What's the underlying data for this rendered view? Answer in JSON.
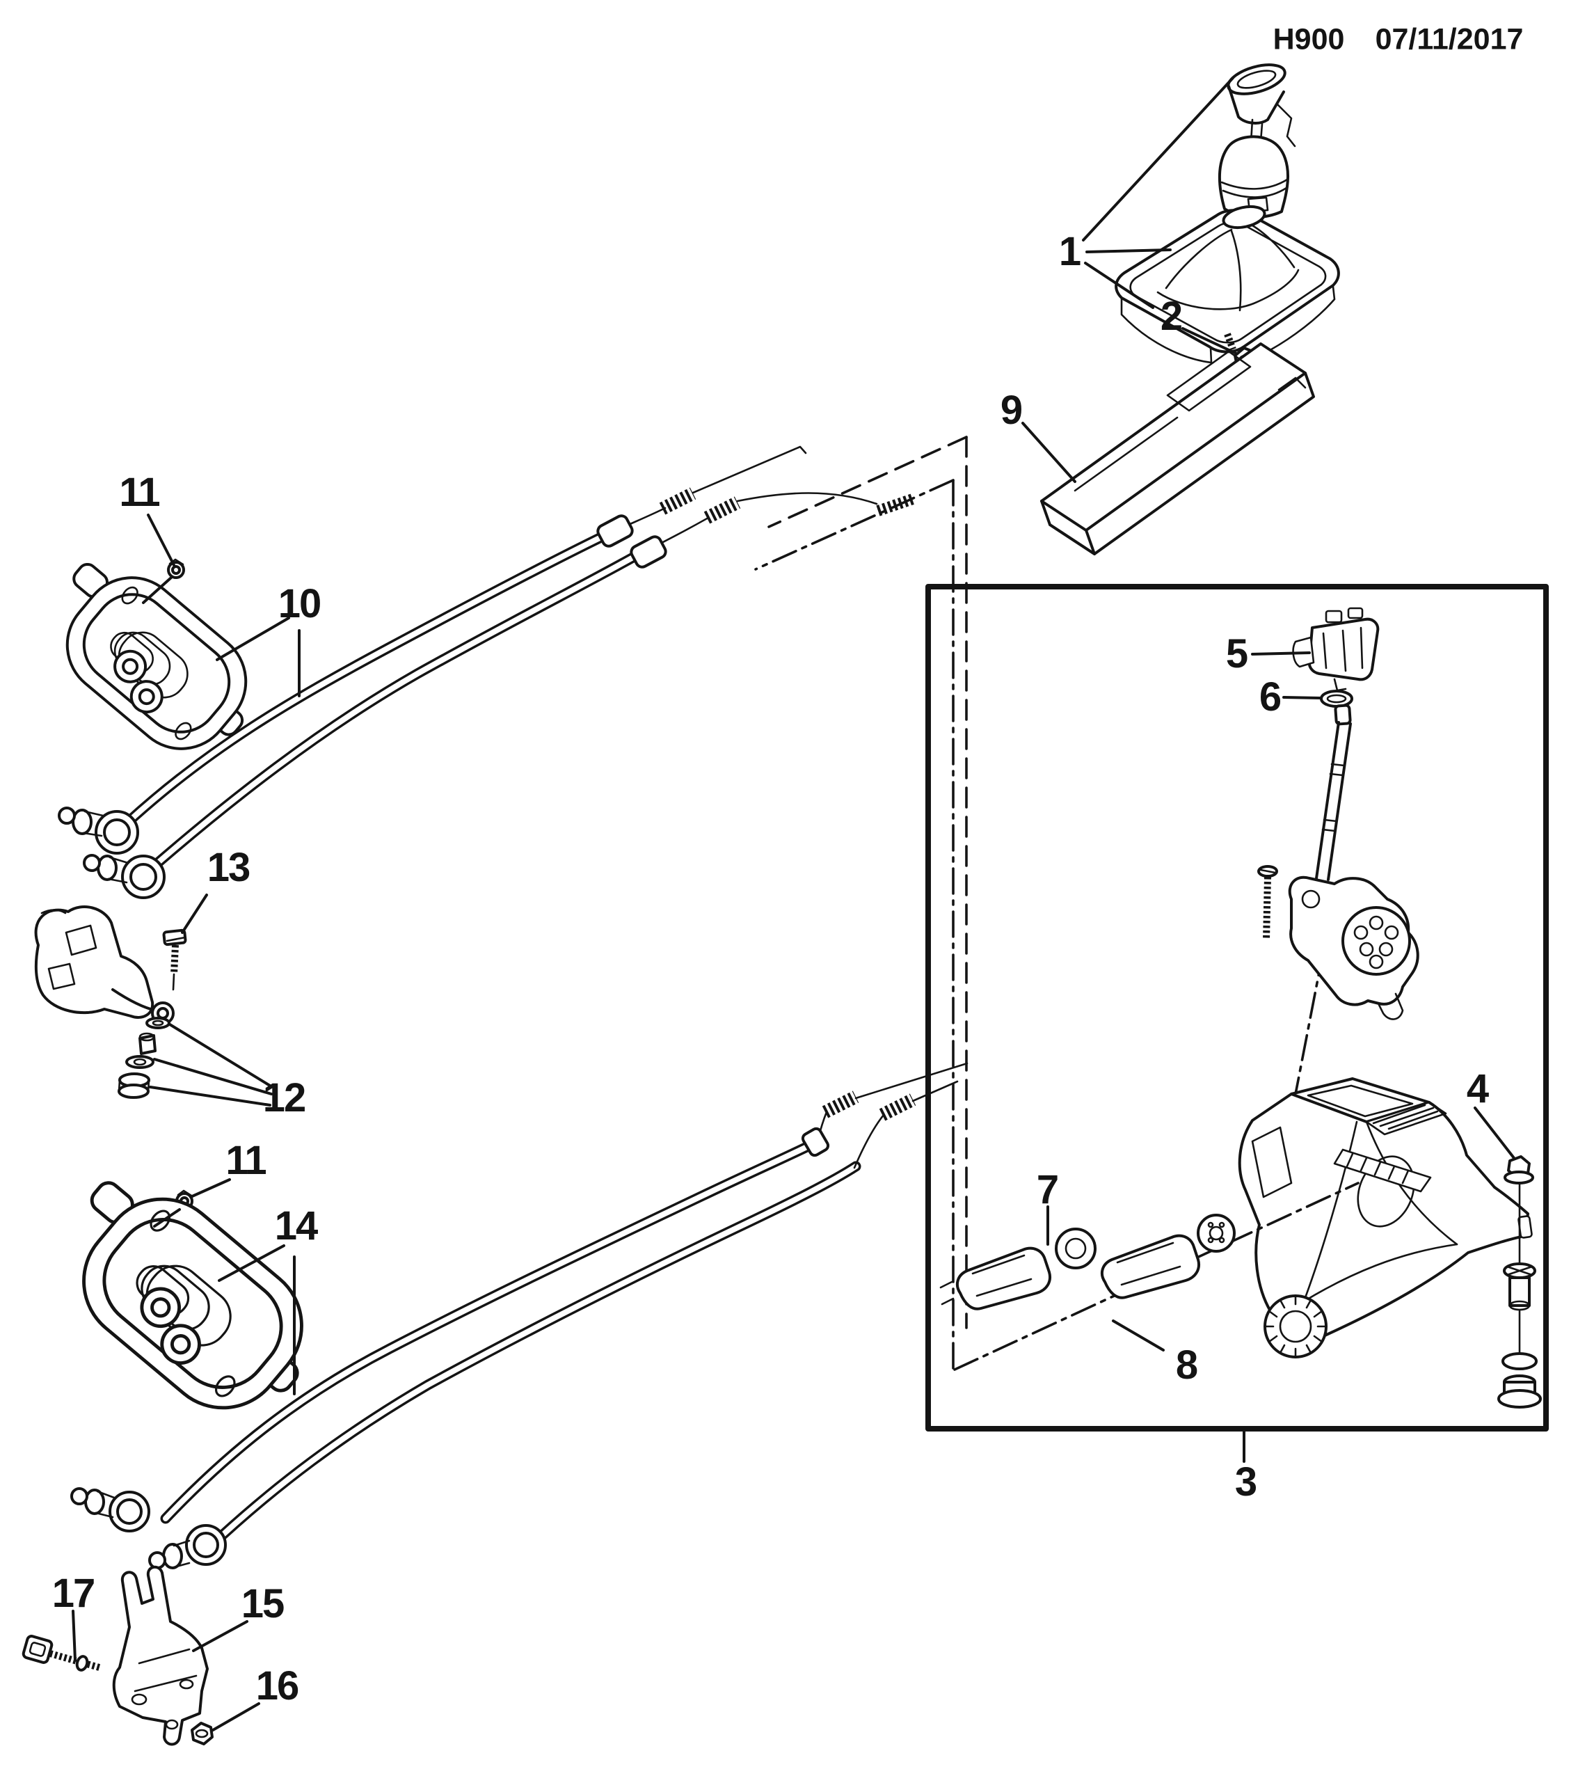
{
  "header": {
    "code": "H900",
    "date": "07/11/2017"
  },
  "callouts": {
    "c1": "1",
    "c2": "2",
    "c3": "3",
    "c4": "4",
    "c5": "5",
    "c6": "6",
    "c7": "7",
    "c8": "8",
    "c9": "9",
    "c10": "10",
    "c11a": "11",
    "c11b": "11",
    "c12": "12",
    "c13": "13",
    "c14": "14",
    "c15": "15",
    "c16": "16",
    "c17": "17"
  }
}
